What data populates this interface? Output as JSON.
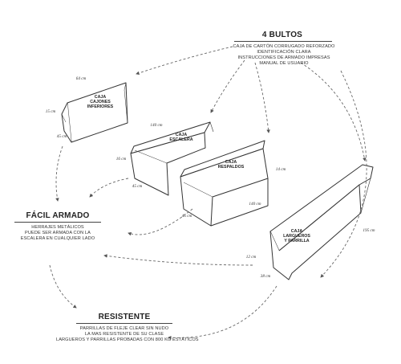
{
  "bultos": {
    "title": "4 BULTOS",
    "lines": [
      "CAJA DE CARTÓN CORRUGADO REFORZADO",
      "IDENTIFICACIÓN CLARA",
      "INSTRUCCIONES DE ARMADO IMPRESAS",
      "MANUAL DE USUARIO"
    ]
  },
  "facil": {
    "title": "FÁCIL ARMADO",
    "lines": [
      "HERRAJES METÁLICOS",
      "PUEDE SER ARMADA CON LA",
      "ESCALERA EN CUALQUIER LADO"
    ]
  },
  "resistente": {
    "title": "RESISTENTE",
    "lines": [
      "PARRILLAS DE FLEJE CLEAR SIN NUDO",
      "LA MAS RESISTENTE DE SU CLASE",
      "LARGUEROS Y PARRILLAS PROBADAS CON 800 KG ESTÁTICOS"
    ]
  },
  "boxes": {
    "cajones": {
      "label": [
        "CAJA",
        "CAJONES",
        "INFERIORES"
      ],
      "dims": [
        "64 cm",
        "15 cm",
        "45 cm"
      ]
    },
    "escalera": {
      "label": [
        "CAJA",
        "ESCALERA"
      ],
      "dims": [
        "140 cm",
        "16 cm",
        "45 cm"
      ]
    },
    "respaldos": {
      "label": [
        "CAJA",
        "RESPALDOS"
      ],
      "dims": [
        "14 cm",
        "140 cm",
        "45 cm"
      ]
    },
    "largueros": {
      "label": [
        "CAJA",
        "LARGUEROS",
        "Y PARRILLA"
      ],
      "dims": [
        "195 cm",
        "12 cm",
        "38 cm"
      ]
    }
  }
}
